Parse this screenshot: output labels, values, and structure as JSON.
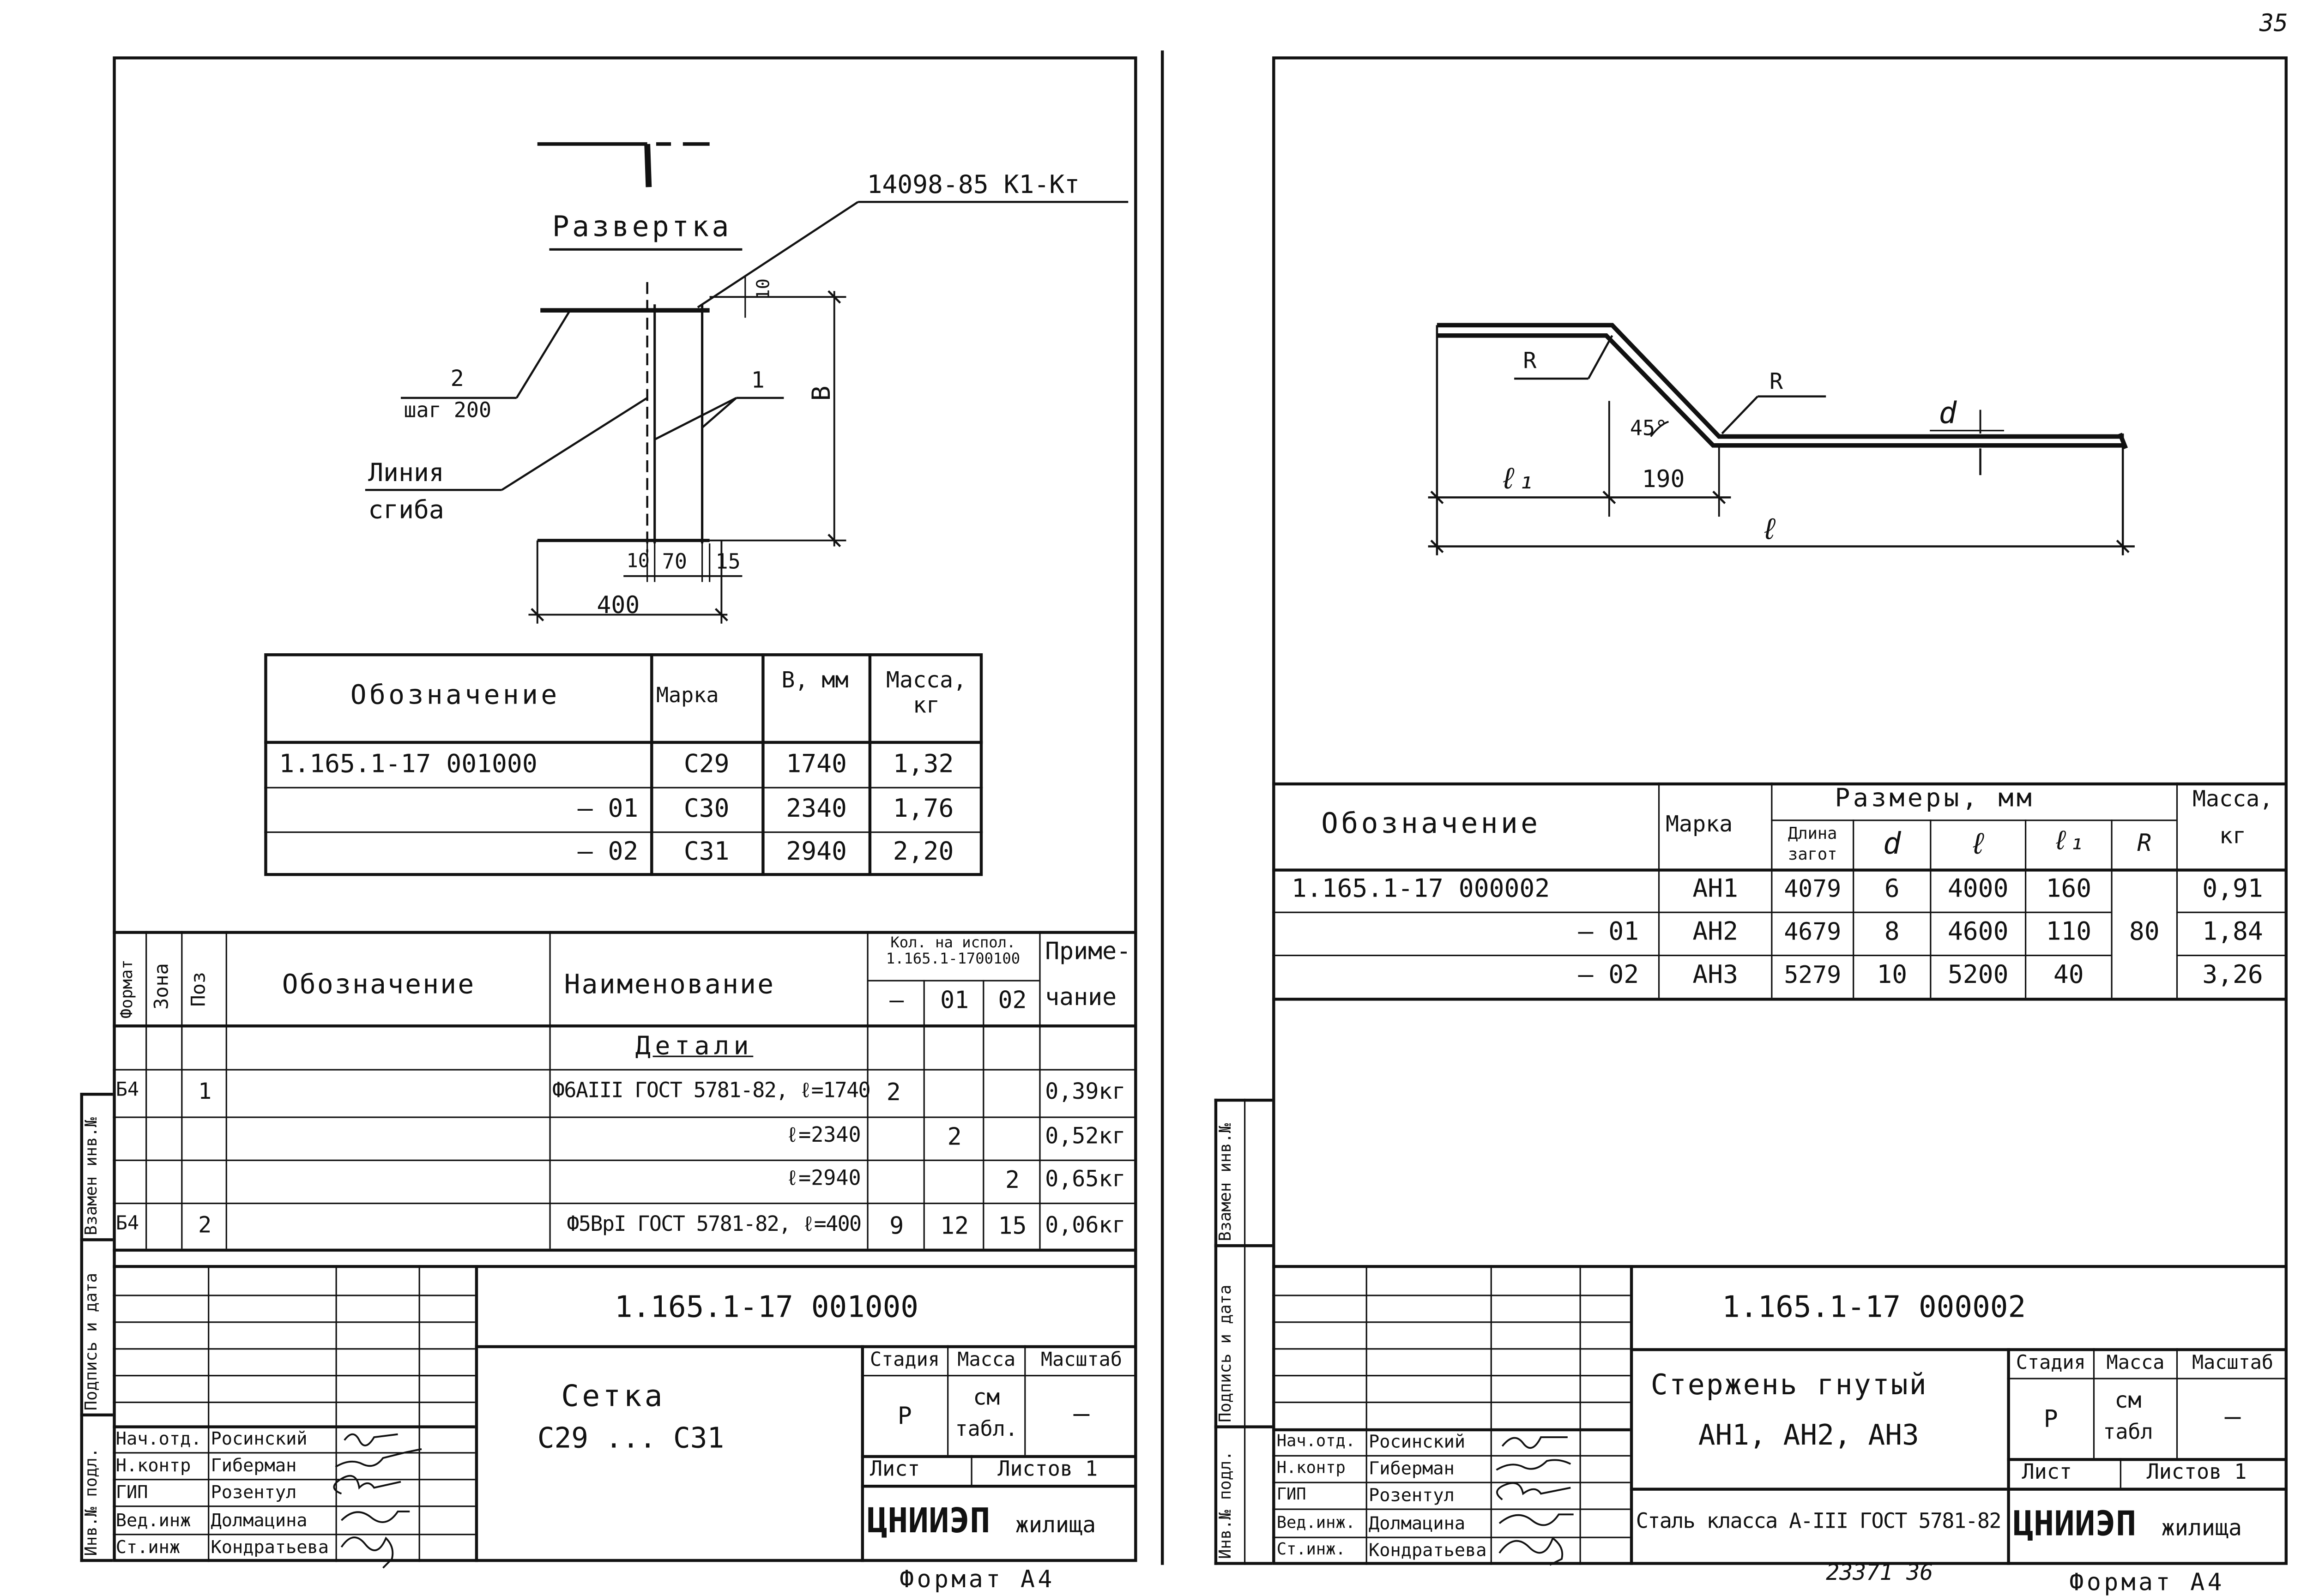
{
  "page_number": "35",
  "left_sheet": {
    "drawing": {
      "top_label": "Развертка",
      "gost_ref": "14098-85 К1-Кт",
      "leader_2_top": "2",
      "leader_2_bottom": "шаг 200",
      "leader_1": "1",
      "bend_line_1": "Линия",
      "bend_line_2": "сгиба",
      "dim_B": "В",
      "dim_10_top": "10",
      "dim_10": "10",
      "dim_70": "70",
      "dim_15": "15",
      "dim_400": "400"
    },
    "mark_table": {
      "headers": [
        "Обозначение",
        "Марка",
        "В, мм",
        "Масса, кг"
      ],
      "rows": [
        [
          "1.165.1-17 001000",
          "С29",
          "1740",
          "1,32"
        ],
        [
          "– 01",
          "С30",
          "2340",
          "1,76"
        ],
        [
          "– 02",
          "С31",
          "2940",
          "2,20"
        ]
      ]
    },
    "spec": {
      "col_format": "Формат",
      "col_zone": "Зона",
      "col_pos": "Поз",
      "col_designation": "Обозначение",
      "col_name": "Наименование",
      "col_qty": "Кол. на испол. 1.165.1-1700100",
      "col_qty_dash": "—",
      "col_qty_01": "01",
      "col_qty_02": "02",
      "col_note_1": "Приме-",
      "col_note_2": "чание",
      "section": "Детали",
      "rows": [
        {
          "format": "Б4",
          "pos": "1",
          "name": "Ф6АIII ГОСТ 5781-82, ℓ=1740",
          "q0": "2",
          "q1": "",
          "q2": "",
          "note": "0,39кг"
        },
        {
          "format": "",
          "pos": "",
          "name": "ℓ=2340",
          "q0": "",
          "q1": "2",
          "q2": "",
          "note": "0,52кг"
        },
        {
          "format": "",
          "pos": "",
          "name": "ℓ=2940",
          "q0": "",
          "q1": "",
          "q2": "2",
          "note": "0,65кг"
        },
        {
          "format": "Б4",
          "pos": "2",
          "name": "Ф5ВрI ГОСТ 5781-82, ℓ=400",
          "q0": "9",
          "q1": "12",
          "q2": "15",
          "note": "0,06кг"
        }
      ]
    },
    "title_block": {
      "code": "1.165.1-17 001000",
      "title_1": "Сетка",
      "title_2": "С29 ... С31",
      "stage_label": "Стадия",
      "mass_label": "Масса",
      "scale_label": "Масштаб",
      "stage": "Р",
      "mass_1": "см",
      "mass_2": "табл.",
      "scale": "—",
      "sheet_label": "Лист",
      "sheets_label": "Листов 1",
      "org": "ЦНИИЭП",
      "org_sub": "жилища",
      "signers": [
        [
          "Нач.отд.",
          "Росинский"
        ],
        [
          "Н.контр",
          "Гиберман"
        ],
        [
          "ГИП",
          "Розентул"
        ],
        [
          "Вед.инж",
          "Долмацина"
        ],
        [
          "Ст.инж",
          "Кондратьева"
        ]
      ],
      "format": "Формат А4"
    },
    "side_labels": [
      "Взамен инв.№",
      "Подпись и дата",
      "Инв.№ подл."
    ]
  },
  "right_sheet": {
    "drawing": {
      "r_1": "R",
      "r_2": "R",
      "angle": "45°",
      "d": "d",
      "l1": "ℓ₁",
      "dim_190": "190",
      "l": "ℓ"
    },
    "table": {
      "h_designation": "Обозначение",
      "h_mark": "Марка",
      "h_sizes": "Размеры, мм",
      "h_mass_1": "Масса,",
      "h_mass_2": "кг",
      "h_blank_1": "Длина",
      "h_blank_2": "загот",
      "h_d": "d",
      "h_l": "ℓ",
      "h_l1": "ℓ₁",
      "h_R": "R",
      "R_value": "80",
      "rows": [
        [
          "1.165.1-17 000002",
          "АН1",
          "4079",
          "6",
          "4000",
          "160",
          "0,91"
        ],
        [
          "– 01",
          "АН2",
          "4679",
          "8",
          "4600",
          "110",
          "1,84"
        ],
        [
          "– 02",
          "АН3",
          "5279",
          "10",
          "5200",
          "40",
          "3,26"
        ]
      ]
    },
    "title_block": {
      "code": "1.165.1-17 000002",
      "title_1": "Стержень гнутый",
      "title_2": "АН1, АН2, АН3",
      "steel": "Сталь класса А-III ГОСТ 5781-82",
      "stage_label": "Стадия",
      "mass_label": "Масса",
      "scale_label": "Масштаб",
      "stage": "Р",
      "mass_1": "см",
      "mass_2": "табл",
      "scale": "—",
      "sheet_label": "Лист",
      "sheets_label": "Листов 1",
      "org": "ЦНИИЭП",
      "org_sub": "жилища",
      "signers": [
        [
          "Нач.отд.",
          "Росинский"
        ],
        [
          "Н.контр",
          "Гиберман"
        ],
        [
          "ГИП",
          "Розентул"
        ],
        [
          "Вед.инж.",
          "Долмацина"
        ],
        [
          "Ст.инж.",
          "Кондратьева"
        ]
      ],
      "format": "Формат А4",
      "archive_no": "23371  36"
    },
    "side_labels": [
      "Взамен инв.№",
      "Подпись и дата",
      "Инв.№ подл."
    ]
  }
}
